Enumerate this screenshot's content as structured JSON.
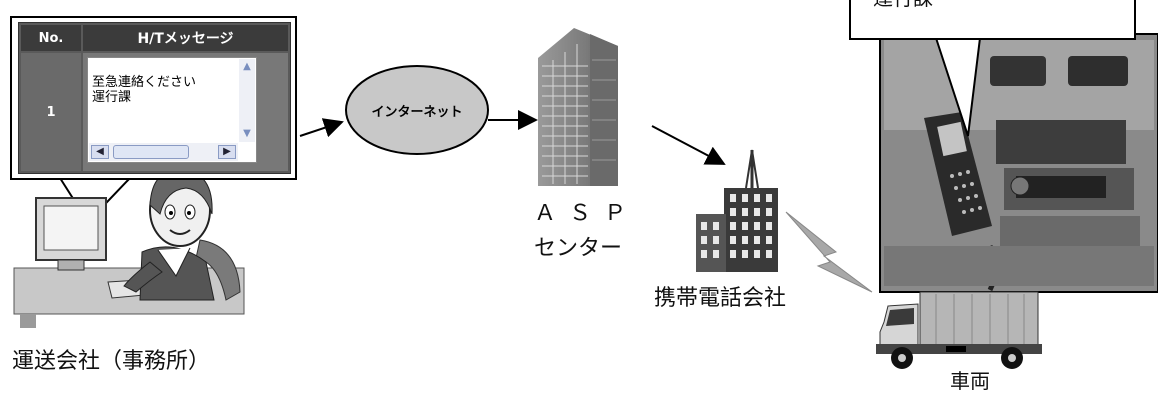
{
  "message_table": {
    "header_no": "No.",
    "header_message": "H/Tメッセージ",
    "row_no": "1",
    "message_text": "至急連絡ください\n運行課"
  },
  "internet_label": "インターネット",
  "asp_line1": "ＡＳＰ",
  "asp_line2": "センター",
  "carrier_label": "携帯電話会社",
  "office_label": "運送会社（事務所）",
  "vehicle_label": "車両",
  "speech_text": "運行課"
}
